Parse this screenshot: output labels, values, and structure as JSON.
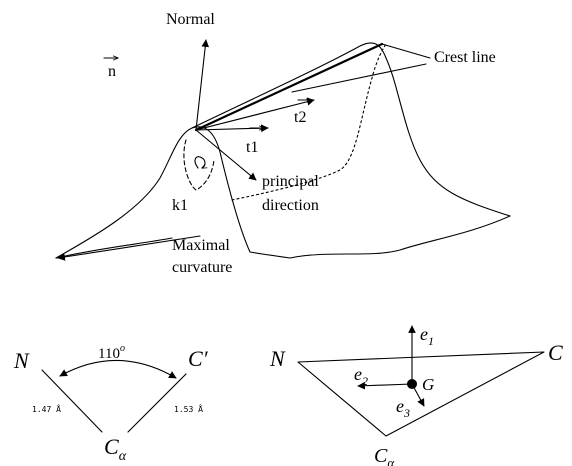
{
  "surface": {
    "normal_label": "Normal",
    "n_label": "n",
    "crest_line_label": "Crest line",
    "t1_label": "t1",
    "t2_label": "t2",
    "k1_label": "k1",
    "principal_direction_line1": "principal",
    "principal_direction_line2": "direction",
    "maximal_curvature_line1": "Maximal",
    "maximal_curvature_line2": "curvature"
  },
  "angle_diagram": {
    "n_label": "N",
    "c_prime_label": "C",
    "c_prime_mark": "′",
    "c_alpha_label": "C",
    "c_alpha_sub": "α",
    "angle_value": "110",
    "angle_unit": "o",
    "bond_left": "1.47 Å",
    "bond_right": "1.53 Å"
  },
  "frame_diagram": {
    "n_label": "N",
    "c_label": "C",
    "c_alpha_label": "C",
    "c_alpha_sub": "α",
    "g_label": "G",
    "e1_label": "e",
    "e1_sub": "1",
    "e2_label": "e",
    "e2_sub": "2",
    "e3_label": "e",
    "e3_sub": "3"
  }
}
